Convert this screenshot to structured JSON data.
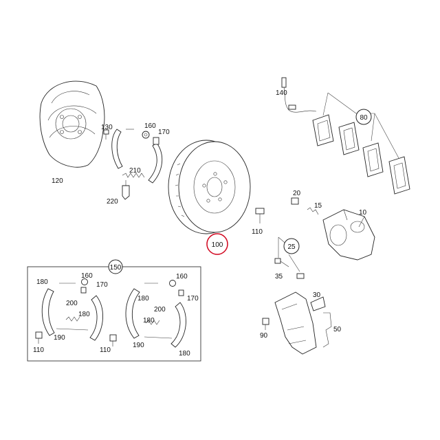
{
  "callouts": {
    "c10": "10",
    "c15": "15",
    "c20": "20",
    "c25": "25",
    "c30": "30",
    "c35": "35",
    "c50": "50",
    "c80": "80",
    "c90": "90",
    "c100": "100",
    "c110": "110",
    "c120": "120",
    "c130": "130",
    "c140": "140",
    "c150": "150",
    "c160": "160",
    "c170": "170",
    "c180": "180",
    "c190": "190",
    "c200": "200",
    "c210": "210",
    "c220": "220"
  },
  "colors": {
    "highlight": "#d0021b",
    "line": "#222222"
  }
}
